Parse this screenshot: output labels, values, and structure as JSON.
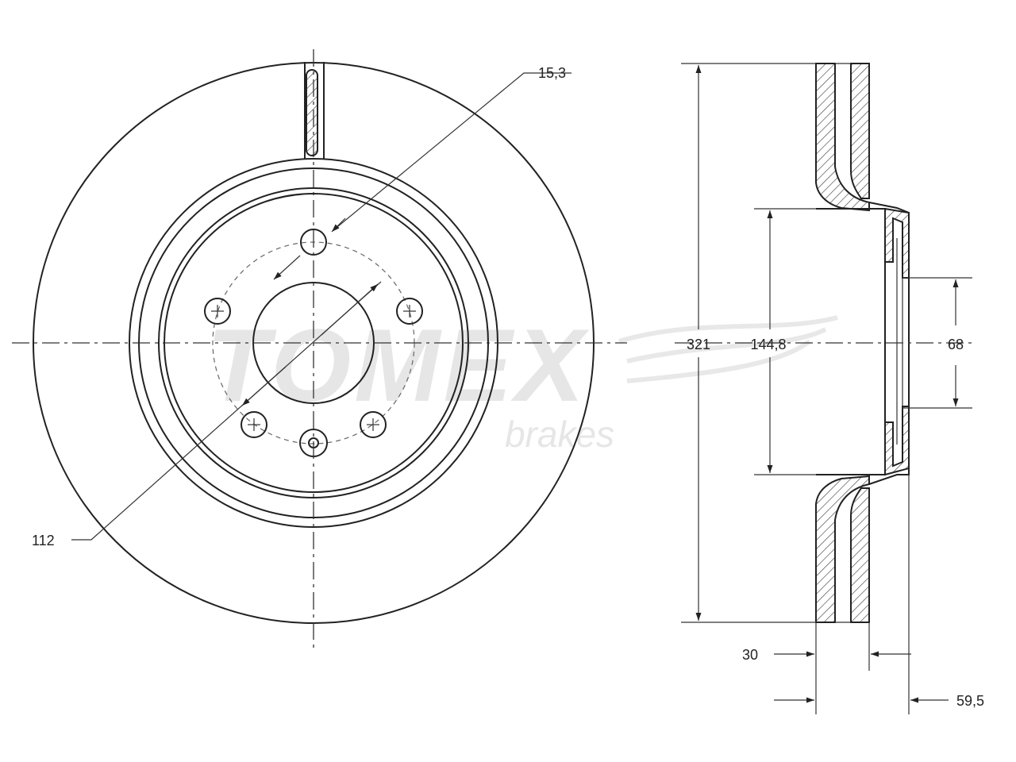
{
  "watermark": {
    "logo_text": "TOMEX",
    "tagline": "brakes"
  },
  "dimensions": {
    "bolt_hole_diameter": "15,3",
    "hub_hole_diameter": "112",
    "outer_diameter": "321",
    "hat_diameter": "144,8",
    "center_bore": "68",
    "disc_thickness": "30",
    "total_height": "59,5"
  }
}
